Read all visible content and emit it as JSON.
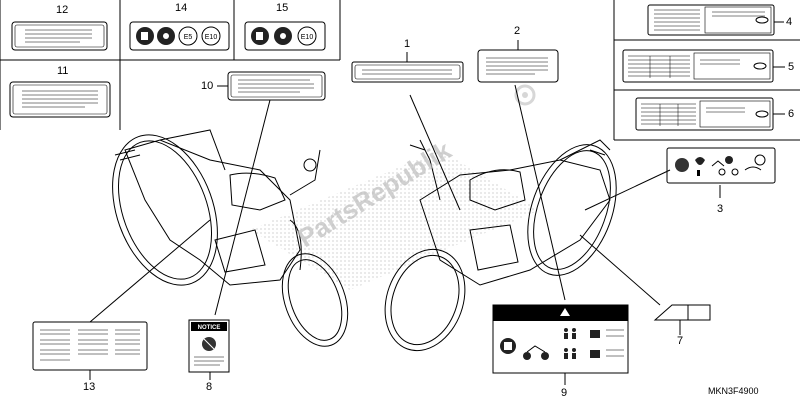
{
  "callouts": {
    "n1": "1",
    "n2": "2",
    "n3": "3",
    "n4": "4",
    "n5": "5",
    "n6": "6",
    "n7": "7",
    "n8": "8",
    "n9": "9",
    "n10": "10",
    "n11": "11",
    "n12": "12",
    "n13": "13",
    "n14": "14",
    "n15": "15"
  },
  "label_14_badges": [
    "E5",
    "E10"
  ],
  "label_15_badges": [
    "E10"
  ],
  "notice_label": "NOTICE",
  "watermark": "PartsRepublik",
  "diagram_code": "MKN3F4900",
  "colors": {
    "line": "#000000",
    "dots": "#777777",
    "watermark": "#bdbdbd"
  }
}
